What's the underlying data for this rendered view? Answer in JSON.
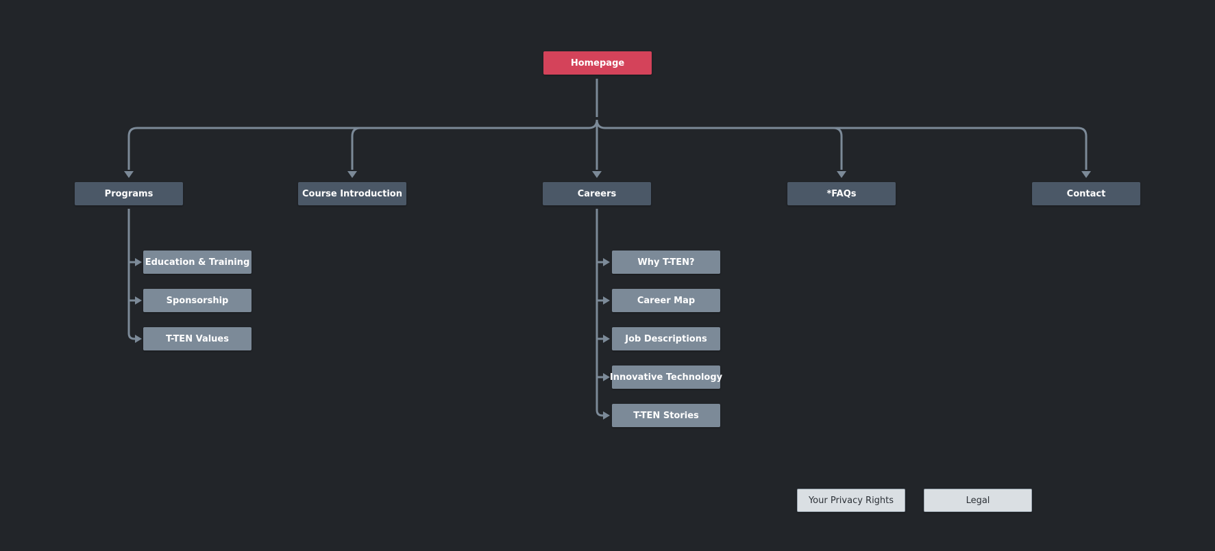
{
  "colors": {
    "background": "#222529",
    "root": "#d4435a",
    "primary": "#4b5867",
    "secondary": "#7c8a98",
    "utility": "#dadfe3",
    "connector": "#7c8a98"
  },
  "sitemap": {
    "root": {
      "label": "Homepage"
    },
    "primary": [
      {
        "label": "Programs",
        "children": [
          "Education & Training",
          "Sponsorship",
          "T-TEN Values"
        ]
      },
      {
        "label": "Course Introduction",
        "children": []
      },
      {
        "label": "Careers",
        "children": [
          "Why T-TEN?",
          "Career Map",
          "Job Descriptions",
          "Innovative Technology",
          "T-TEN Stories"
        ]
      },
      {
        "label": "*FAQs",
        "children": []
      },
      {
        "label": "Contact",
        "children": []
      }
    ]
  },
  "utility_nav": [
    {
      "label": "Your Privacy Rights"
    },
    {
      "label": "Legal"
    }
  ]
}
